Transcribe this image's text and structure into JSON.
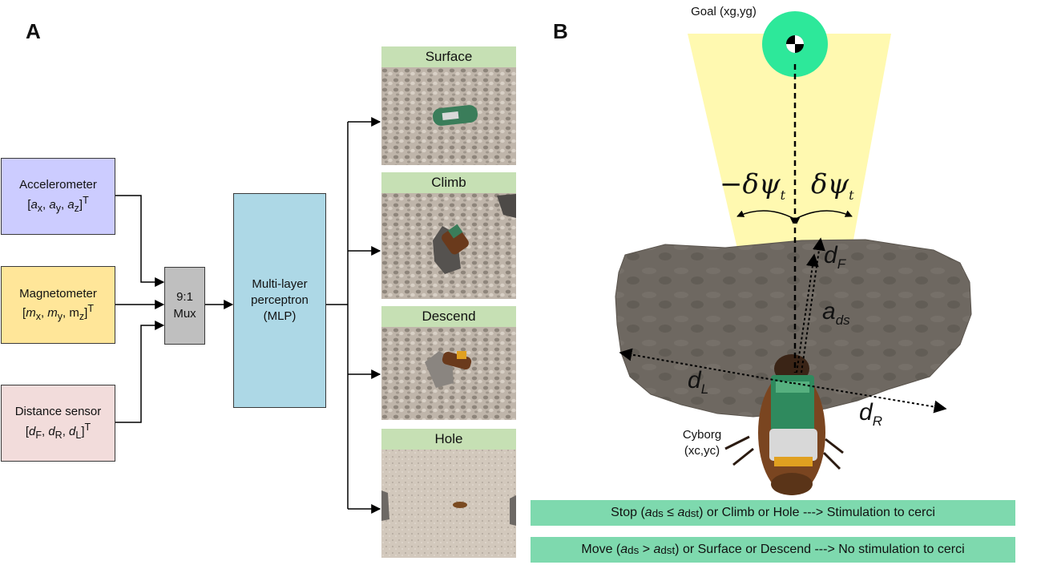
{
  "panel_a": {
    "letter": "A",
    "sensors": [
      {
        "name": "Accelerometer",
        "vector_parts": [
          "[",
          "a",
          "x",
          ", ",
          "a",
          "y",
          ", ",
          "a",
          "z",
          "]",
          "T"
        ]
      },
      {
        "name": "Magnetometer",
        "vector_parts": [
          "[",
          "m",
          "x",
          ", ",
          "m",
          "y",
          ", m",
          "z",
          "]",
          "T"
        ]
      },
      {
        "name": "Distance sensor",
        "vector_parts": [
          "[",
          "d",
          "F",
          ", ",
          "d",
          "R",
          ", ",
          "d",
          "L",
          "]",
          "T"
        ]
      }
    ],
    "mux": {
      "line1": "9:1",
      "line2": "Mux"
    },
    "mlp": {
      "line1": "Multi-layer",
      "line2": "perceptron",
      "line3": "(MLP)"
    },
    "classes": [
      "Surface",
      "Climb",
      "Descend",
      "Hole"
    ],
    "colors": {
      "accelerometer": "#ccccff",
      "magnetometer": "#ffe699",
      "distance": "#f2dcdb",
      "mux": "#bfbfbf",
      "mlp": "#add8e6",
      "class_label": "#c6e0b4"
    }
  },
  "panel_b": {
    "letter": "B",
    "goal_label": "Goal (xg,yg)",
    "cyborg_label_line1": "Cyborg",
    "cyborg_label_line2": "(xc,yc)",
    "neg_delta_psi": "−δψ",
    "pos_delta_psi": "δψ",
    "psi_sub": "t",
    "d_f": "d",
    "d_f_sub": "F",
    "a_ds": "a",
    "a_ds_sub": "ds",
    "d_l": "d",
    "d_l_sub": "L",
    "d_r": "d",
    "d_r_sub": "R",
    "rule_stop": {
      "pre": "Stop (",
      "a1": "a",
      "a1_sub": "ds",
      "op": " ≤ ",
      "a2": "a",
      "a2_sub": "dst",
      "post": ") or Climb or Hole ---> Stimulation to cerci"
    },
    "rule_move": {
      "pre": "Move (",
      "a1": "a",
      "a1_sub": "ds",
      "op": " > ",
      "a2": "a",
      "a2_sub": "dst",
      "post": ") or Surface or Descend ---> No stimulation to cerci"
    },
    "colors": {
      "goal": "#2de89a",
      "cone": "#fff9b0",
      "banner": "#7ed9ae",
      "rock": "#6b655e"
    }
  }
}
